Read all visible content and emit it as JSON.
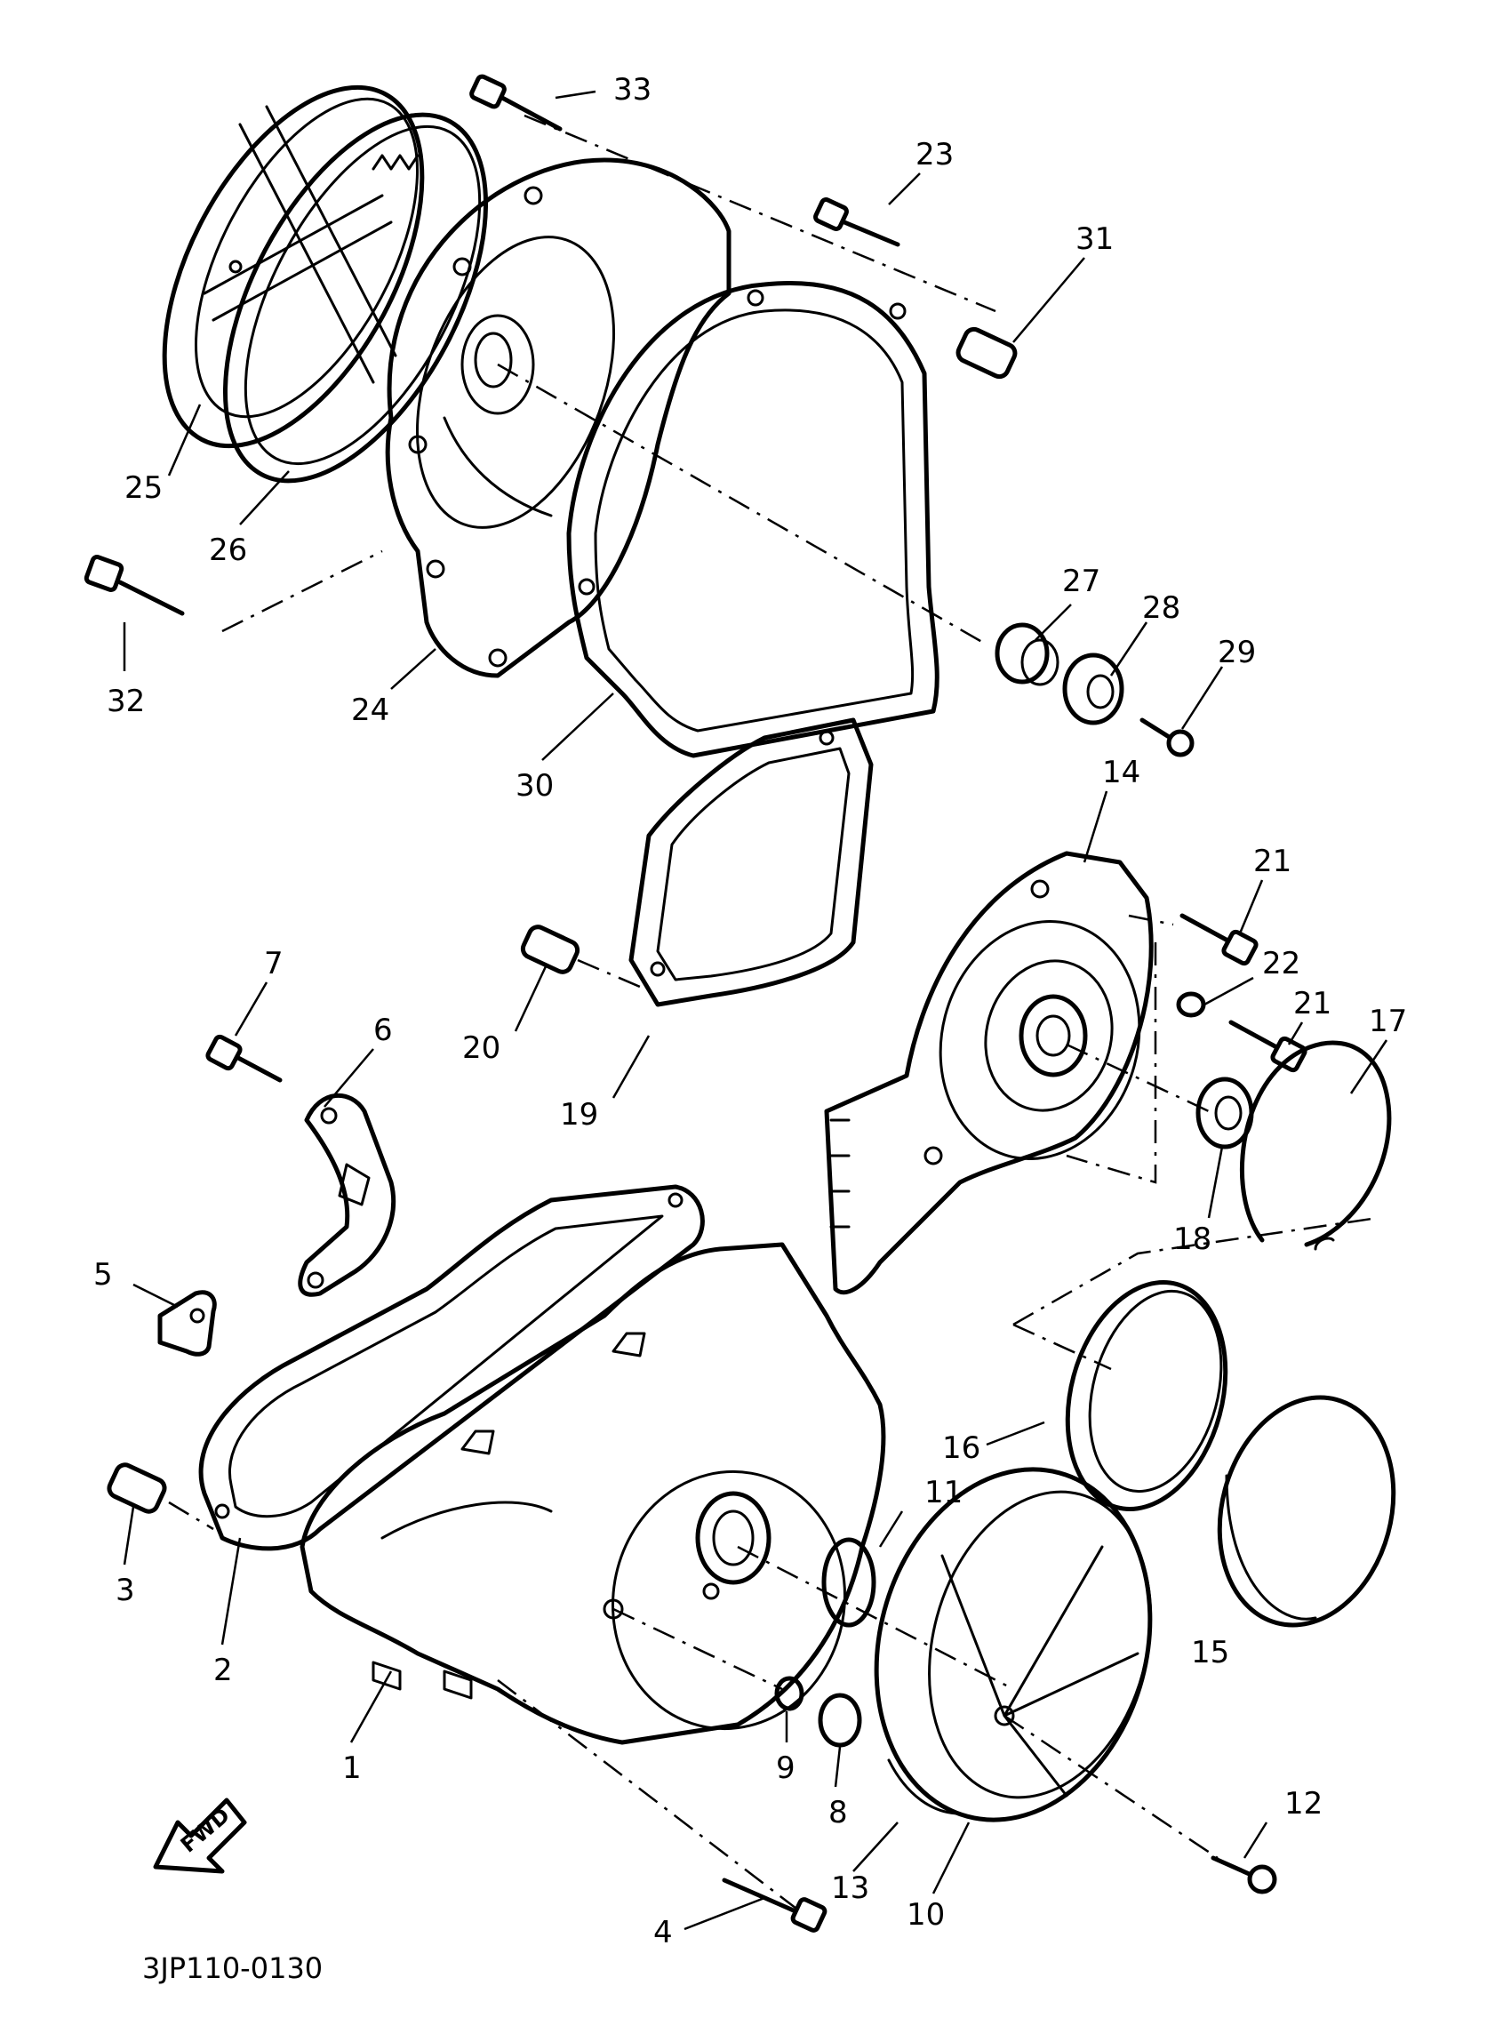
{
  "diagram": {
    "part_code": "3JP110-0130",
    "direction_label": "FWD",
    "callouts": [
      {
        "id": "c33",
        "text": "33"
      },
      {
        "id": "c23",
        "text": "23"
      },
      {
        "id": "c31",
        "text": "31"
      },
      {
        "id": "c25",
        "text": "25"
      },
      {
        "id": "c26",
        "text": "26"
      },
      {
        "id": "c32",
        "text": "32"
      },
      {
        "id": "c24",
        "text": "24"
      },
      {
        "id": "c27",
        "text": "27"
      },
      {
        "id": "c28",
        "text": "28"
      },
      {
        "id": "c29",
        "text": "29"
      },
      {
        "id": "c30",
        "text": "30"
      },
      {
        "id": "c14",
        "text": "14"
      },
      {
        "id": "c21a",
        "text": "21"
      },
      {
        "id": "c22",
        "text": "22"
      },
      {
        "id": "c21b",
        "text": "21"
      },
      {
        "id": "c17",
        "text": "17"
      },
      {
        "id": "c7",
        "text": "7"
      },
      {
        "id": "c6",
        "text": "6"
      },
      {
        "id": "c20",
        "text": "20"
      },
      {
        "id": "c19",
        "text": "19"
      },
      {
        "id": "c18",
        "text": "18"
      },
      {
        "id": "c5",
        "text": "5"
      },
      {
        "id": "c16",
        "text": "16"
      },
      {
        "id": "c11",
        "text": "11"
      },
      {
        "id": "c3",
        "text": "3"
      },
      {
        "id": "c2",
        "text": "2"
      },
      {
        "id": "c15",
        "text": "15"
      },
      {
        "id": "c1",
        "text": "1"
      },
      {
        "id": "c9",
        "text": "9"
      },
      {
        "id": "c8",
        "text": "8"
      },
      {
        "id": "c12",
        "text": "12"
      },
      {
        "id": "c13",
        "text": "13"
      },
      {
        "id": "c10",
        "text": "10"
      },
      {
        "id": "c4",
        "text": "4"
      }
    ]
  }
}
